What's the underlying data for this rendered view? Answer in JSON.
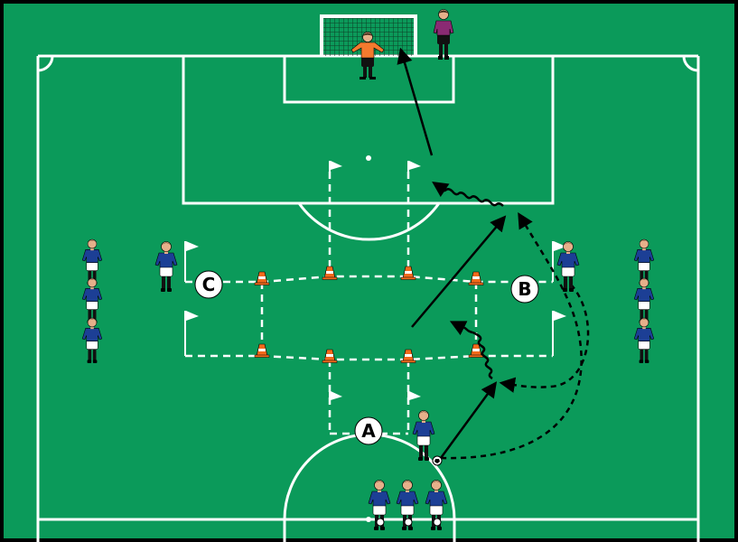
{
  "colors": {
    "pitch": "#0b9a5a",
    "border": "#000000",
    "lines": "#ffffff",
    "keeper_shirt": "#f37a2e",
    "coach_shirt": "#8a2a73",
    "team_shirt": "#1c3f95",
    "cone": "#f26a1b",
    "arrow": "#000000"
  },
  "zone_labels": {
    "a": "A",
    "b": "B",
    "c": "C"
  },
  "icons": {
    "player": "player-figure-icon",
    "cone": "training-cone-icon",
    "flag": "corner-flag-icon",
    "ball": "soccer-ball-icon",
    "goal": "goal-net-icon"
  }
}
